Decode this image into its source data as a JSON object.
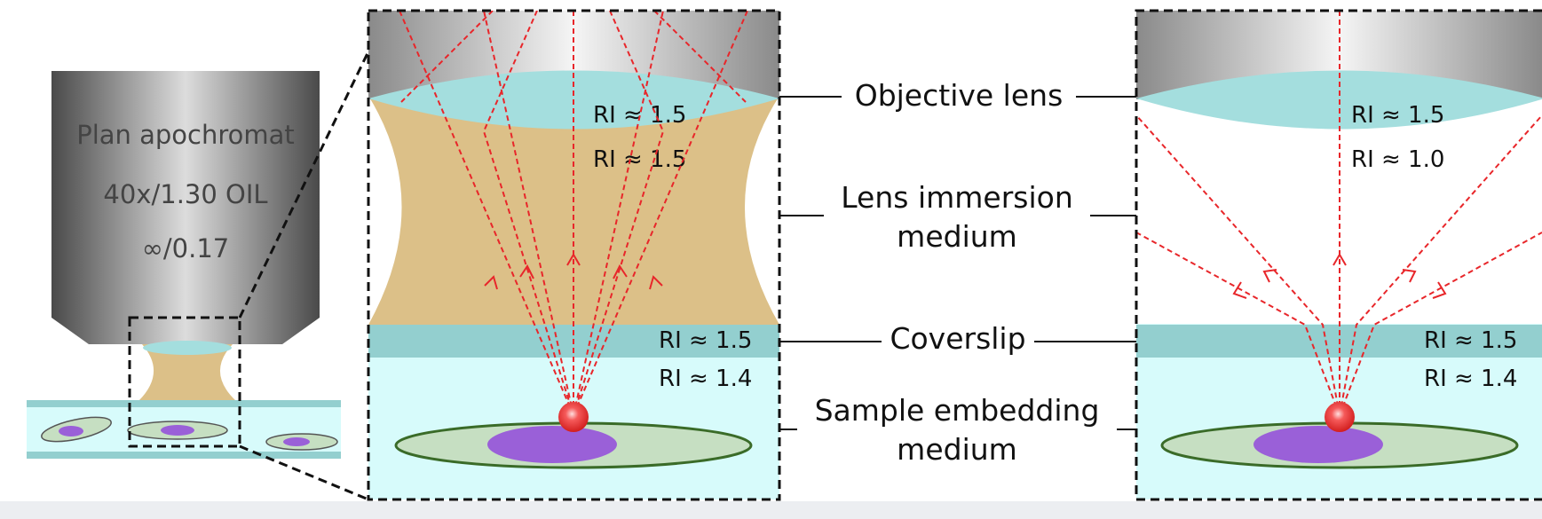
{
  "objective": {
    "line1": "Plan apochromat",
    "line2": "40x/1.30 OIL",
    "line3": "∞/0.17"
  },
  "labels": {
    "objective_lens": "Objective lens",
    "lens_immersion_1": "Lens immersion",
    "lens_immersion_2": "medium",
    "coverslip": "Coverslip",
    "sample_embedding_1": "Sample embedding",
    "sample_embedding_2": "medium"
  },
  "panel_oil": {
    "ri_lens": "RI ≈ 1.5",
    "ri_immersion": "RI ≈ 1.5",
    "ri_coverslip": "RI ≈ 1.5",
    "ri_sample": "RI ≈ 1.4"
  },
  "panel_air": {
    "ri_lens": "RI ≈ 1.5",
    "ri_immersion": "RI ≈ 1.0",
    "ri_coverslip": "RI ≈ 1.5",
    "ri_sample": "RI ≈ 1.4"
  },
  "colors": {
    "immersion_oil": "#dcc088",
    "lens_glass": "#a4dede",
    "coverslip": "#93cfcf",
    "sample_medium": "#d7fbfb",
    "cell": "#c6dfc2",
    "cell_border": "#3a6b28",
    "nucleus": "#9a60d8",
    "ray": "#e8262a"
  }
}
